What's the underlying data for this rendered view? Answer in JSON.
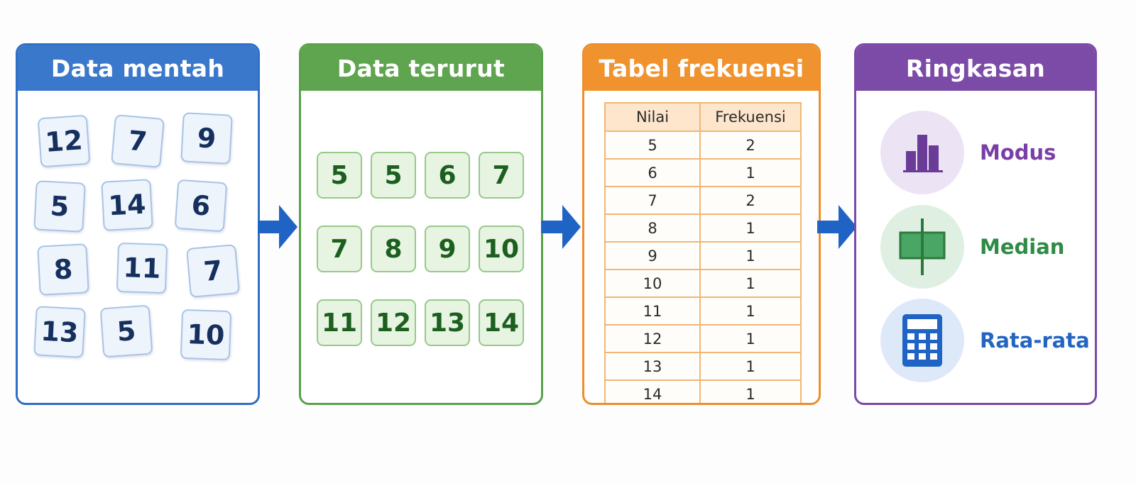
{
  "panels": {
    "raw": {
      "title": "Data mentah",
      "values": [
        "12",
        "7",
        "9",
        "5",
        "14",
        "6",
        "8",
        "11",
        "7",
        "13",
        "5",
        "10"
      ]
    },
    "sorted": {
      "title": "Data terurut",
      "values": [
        "5",
        "5",
        "6",
        "7",
        "7",
        "8",
        "9",
        "10",
        "11",
        "12",
        "13",
        "14"
      ]
    },
    "table": {
      "title": "Tabel frekuensi",
      "headers": [
        "Nilai",
        "Frekuensi"
      ],
      "rows": [
        [
          "5",
          "2"
        ],
        [
          "6",
          "1"
        ],
        [
          "7",
          "2"
        ],
        [
          "8",
          "1"
        ],
        [
          "9",
          "1"
        ],
        [
          "10",
          "1"
        ],
        [
          "11",
          "1"
        ],
        [
          "12",
          "1"
        ],
        [
          "13",
          "1"
        ],
        [
          "14",
          "1"
        ]
      ]
    },
    "summary": {
      "title": "Ringkasan",
      "items": [
        {
          "label": "Modus",
          "icon": "bar-chart-icon",
          "color": "#7a3fa6"
        },
        {
          "label": "Median",
          "icon": "median-box-icon",
          "color": "#2e8b45"
        },
        {
          "label": "Rata-rata",
          "icon": "calculator-icon",
          "color": "#2366c2"
        }
      ]
    }
  },
  "colors": {
    "raw": "#3a78cc",
    "sorted": "#5fa44f",
    "table": "#f0932f",
    "summary": "#7c4ba8",
    "arrow": "#1f63c4"
  }
}
